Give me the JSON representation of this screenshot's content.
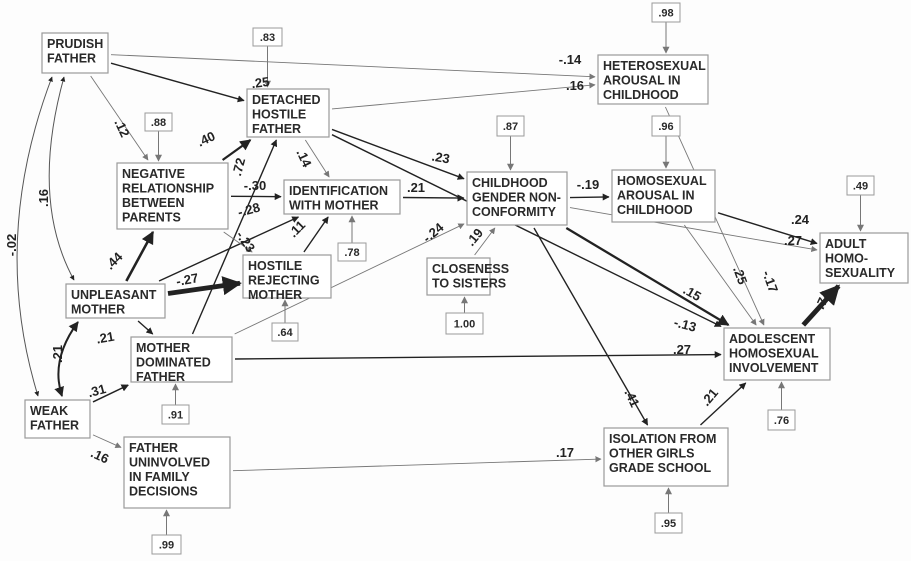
{
  "nodes": [
    {
      "id": "prudish",
      "lines": [
        "PRUDISH",
        "FATHER"
      ]
    },
    {
      "id": "detached",
      "lines": [
        "DETACHED",
        "HOSTILE",
        "FATHER"
      ],
      "error": ".83"
    },
    {
      "id": "negative",
      "lines": [
        "NEGATIVE",
        "RELATIONSHIP",
        "BETWEEN",
        "PARENTS"
      ],
      "error": ".88"
    },
    {
      "id": "identification",
      "lines": [
        "IDENTIFICATION",
        "WITH MOTHER"
      ],
      "error": ".78"
    },
    {
      "id": "hostile",
      "lines": [
        "HOSTILE",
        "REJECTING",
        "MOTHER"
      ],
      "error": ".64"
    },
    {
      "id": "unpleasant",
      "lines": [
        "UNPLEASANT",
        "MOTHER"
      ]
    },
    {
      "id": "dominated",
      "lines": [
        "MOTHER",
        "DOMINATED",
        "FATHER"
      ],
      "error": ".91"
    },
    {
      "id": "weak",
      "lines": [
        "WEAK",
        "FATHER"
      ]
    },
    {
      "id": "uninvolved",
      "lines": [
        "FATHER",
        "UNINVOLVED",
        "IN FAMILY",
        "DECISIONS"
      ],
      "error": ".99"
    },
    {
      "id": "gnc",
      "lines": [
        "CHILDHOOD",
        "GENDER NON-",
        "CONFORMITY"
      ],
      "error": ".87"
    },
    {
      "id": "sisters",
      "lines": [
        "CLOSENESS",
        "TO SISTERS"
      ],
      "error": "1.00"
    },
    {
      "id": "homoarousal",
      "lines": [
        "HOMOSEXUAL",
        "AROUSAL IN",
        "CHILDHOOD"
      ],
      "error": ".96"
    },
    {
      "id": "heteroarousal",
      "lines": [
        "HETEROSEXUAL",
        "AROUSAL IN",
        "CHILDHOOD"
      ],
      "error": ".98"
    },
    {
      "id": "adult",
      "lines": [
        "ADULT",
        "HOMO-",
        "SEXUALITY"
      ],
      "error": ".49"
    },
    {
      "id": "adolescent",
      "lines": [
        "ADOLESCENT",
        "HOMOSEXUAL",
        "INVOLVEMENT"
      ],
      "error": ".76"
    },
    {
      "id": "isolation",
      "lines": [
        "ISOLATION FROM",
        "OTHER GIRLS",
        "GRADE SCHOOL"
      ],
      "error": ".95"
    }
  ],
  "paths": [
    {
      "from": "prudish",
      "to": "detached",
      "coef": ".25"
    },
    {
      "from": "prudish",
      "to": "negative",
      "coef": ".12"
    },
    {
      "from": "prudish",
      "to": "heteroarousal",
      "coef": "-.14"
    },
    {
      "from": "detached",
      "to": "heteroarousal",
      "coef": ".16"
    },
    {
      "from": "negative",
      "to": "detached",
      "coef": ".40"
    },
    {
      "from": "detached",
      "to": "identification",
      "coef": ".14"
    },
    {
      "from": "detached",
      "to": "gnc",
      "coef": ".23"
    },
    {
      "from": "detached",
      "to": "adolescent",
      "coef": ".21"
    },
    {
      "from": "identification",
      "to": "gnc",
      "coef": "-.30"
    },
    {
      "from": "negative",
      "to": "identification",
      "coef": "-.28"
    },
    {
      "from": "unpleasant",
      "to": "negative",
      "coef": ".44"
    },
    {
      "from": "unpleasant",
      "to": "identification",
      "coef": "-.27"
    },
    {
      "from": "unpleasant",
      "to": "hostile",
      "coef": ".72"
    },
    {
      "from": "dominated",
      "to": "detached",
      "coef": "-.23"
    },
    {
      "from": "negative",
      "to": "hostile",
      "coef": ".11"
    },
    {
      "from": "hostile",
      "to": "identification",
      "coef": "-.24"
    },
    {
      "from": "dominated",
      "to": "gnc",
      "coef": ".19"
    },
    {
      "from": "sisters",
      "to": "gnc",
      "coef": "-.19"
    },
    {
      "from": "gnc",
      "to": "homoarousal",
      "coef": ".27"
    },
    {
      "from": "gnc",
      "to": "adult",
      "coef": ".15"
    },
    {
      "from": "gnc",
      "to": "adolescent",
      "coef": ".41"
    },
    {
      "from": "gnc",
      "to": "isolation",
      "coef": ".24"
    },
    {
      "from": "homoarousal",
      "to": "adult",
      "coef": ".25"
    },
    {
      "from": "homoarousal",
      "to": "adolescent",
      "coef": "-.17"
    },
    {
      "from": "heteroarousal",
      "to": "adolescent",
      "coef": "-.13"
    },
    {
      "from": "dominated",
      "to": "adolescent",
      "coef": ".27"
    },
    {
      "from": "unpleasant",
      "to": "dominated",
      "coef": ".21"
    },
    {
      "from": "weak",
      "to": "dominated",
      "coef": ".31"
    },
    {
      "from": "weak",
      "to": "uninvolved",
      "coef": ".16"
    },
    {
      "from": "uninvolved",
      "to": "isolation",
      "coef": ".17"
    },
    {
      "from": "isolation",
      "to": "adolescent",
      "coef": ".21"
    },
    {
      "from": "adolescent",
      "to": "adult",
      "coef": ".74"
    }
  ],
  "correlations": [
    {
      "a": "prudish",
      "b": "weak",
      "coef": "-.02"
    },
    {
      "a": "prudish",
      "b": "unpleasant",
      "coef": ".16"
    },
    {
      "a": "unpleasant",
      "b": "weak",
      "coef": ".21"
    }
  ]
}
